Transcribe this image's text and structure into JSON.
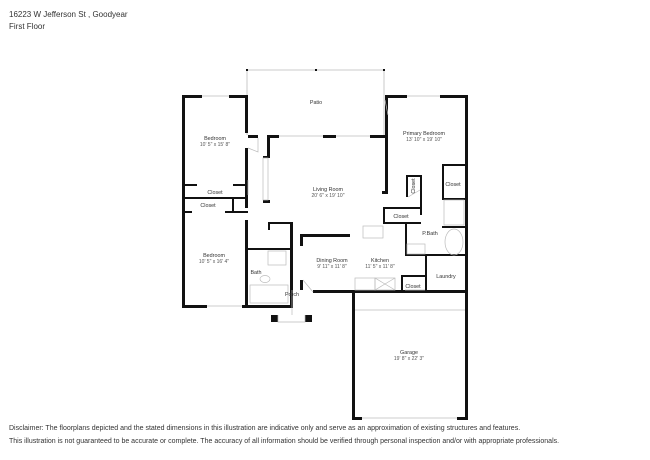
{
  "header": {
    "address": "16223 W Jefferson St , Goodyear",
    "floor": "First Floor"
  },
  "rooms": {
    "patio": {
      "name": "Patio"
    },
    "bedroom1": {
      "name": "Bedroom",
      "dims": "10' 5\" x 15' 8\""
    },
    "closet_b1": {
      "name": "Closet"
    },
    "closet_hall": {
      "name": "Closet"
    },
    "bedroom2": {
      "name": "Bedroom",
      "dims": "10' 5\" x 16' 4\""
    },
    "bath": {
      "name": "Bath"
    },
    "porch": {
      "name": "Porch"
    },
    "living": {
      "name": "Living Room",
      "dims": "20' 6\" x 19' 10\""
    },
    "dining": {
      "name": "Dining Room",
      "dims": "9' 11\" x 11' 8\""
    },
    "kitchen": {
      "name": "Kitchen",
      "dims": "11' 5\" x 11' 8\""
    },
    "primary": {
      "name": "Primary Bedroom",
      "dims": "13' 10\" x 19' 10\""
    },
    "closet_primary": {
      "name": "Closet"
    },
    "closet_vertical": {
      "name": "Closet"
    },
    "closet_pbath": {
      "name": "Closet"
    },
    "pbath": {
      "name": "P.Bath"
    },
    "laundry": {
      "name": "Laundry"
    },
    "closet_kitchen": {
      "name": "Closet"
    },
    "garage": {
      "name": "Garage",
      "dims": "19' 8\" x 22' 3\""
    }
  },
  "disclaimer": {
    "line1": "Disclaimer: The floorplans depicted and the stated dimensions in this illustration are indicative only and serve as an approximation of existing structures and features.",
    "line2": "This illustration is not guaranteed to be accurate or complete. The accuracy of all information should be verified through personal inspection and/or with appropriate professionals."
  },
  "colors": {
    "wall": "#111111",
    "thin_line": "#bbbbbb",
    "background": "#ffffff"
  }
}
